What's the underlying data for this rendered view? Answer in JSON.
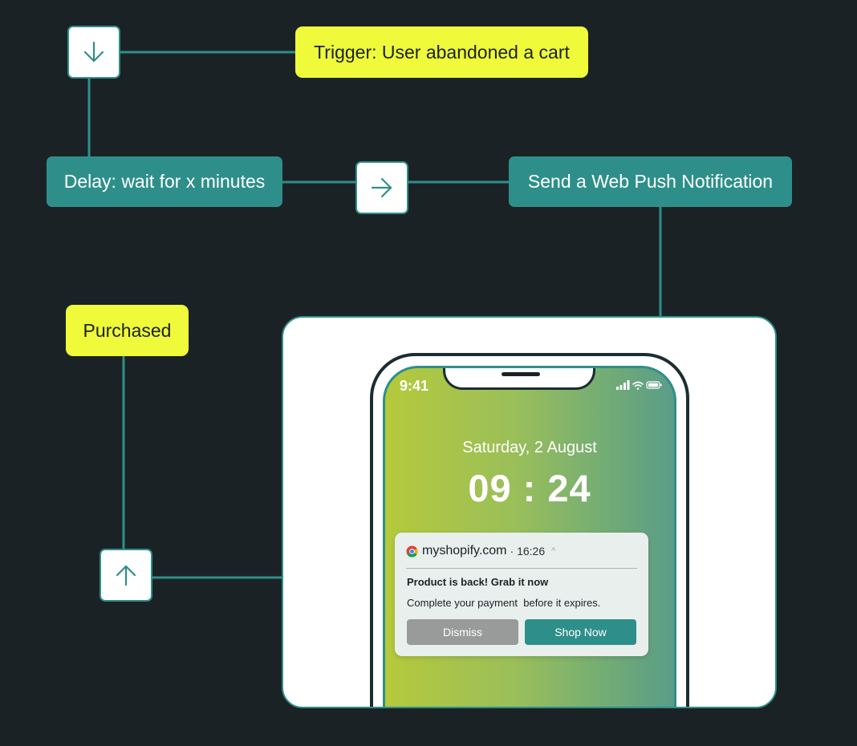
{
  "diagram": {
    "trigger_label": "Trigger: User abandoned a cart",
    "delay_label": "Delay: wait for x minutes",
    "send_label": "Send a Web Push Notification",
    "purchased_label": "Purchased"
  },
  "phone": {
    "status_time": "9:41",
    "date": "Saturday, 2 August",
    "clock": "09 : 24"
  },
  "notification": {
    "domain": "myshopify.com",
    "time": "· 16:26",
    "chevron": "^",
    "title": "Product is back! Grab it now",
    "body": "Complete your payment  before it expires.",
    "dismiss_label": "Dismiss",
    "shop_label": "Shop Now"
  },
  "colors": {
    "background": "#1b2226",
    "teal": "#2e8f8a",
    "yellow": "#eefa3a"
  }
}
